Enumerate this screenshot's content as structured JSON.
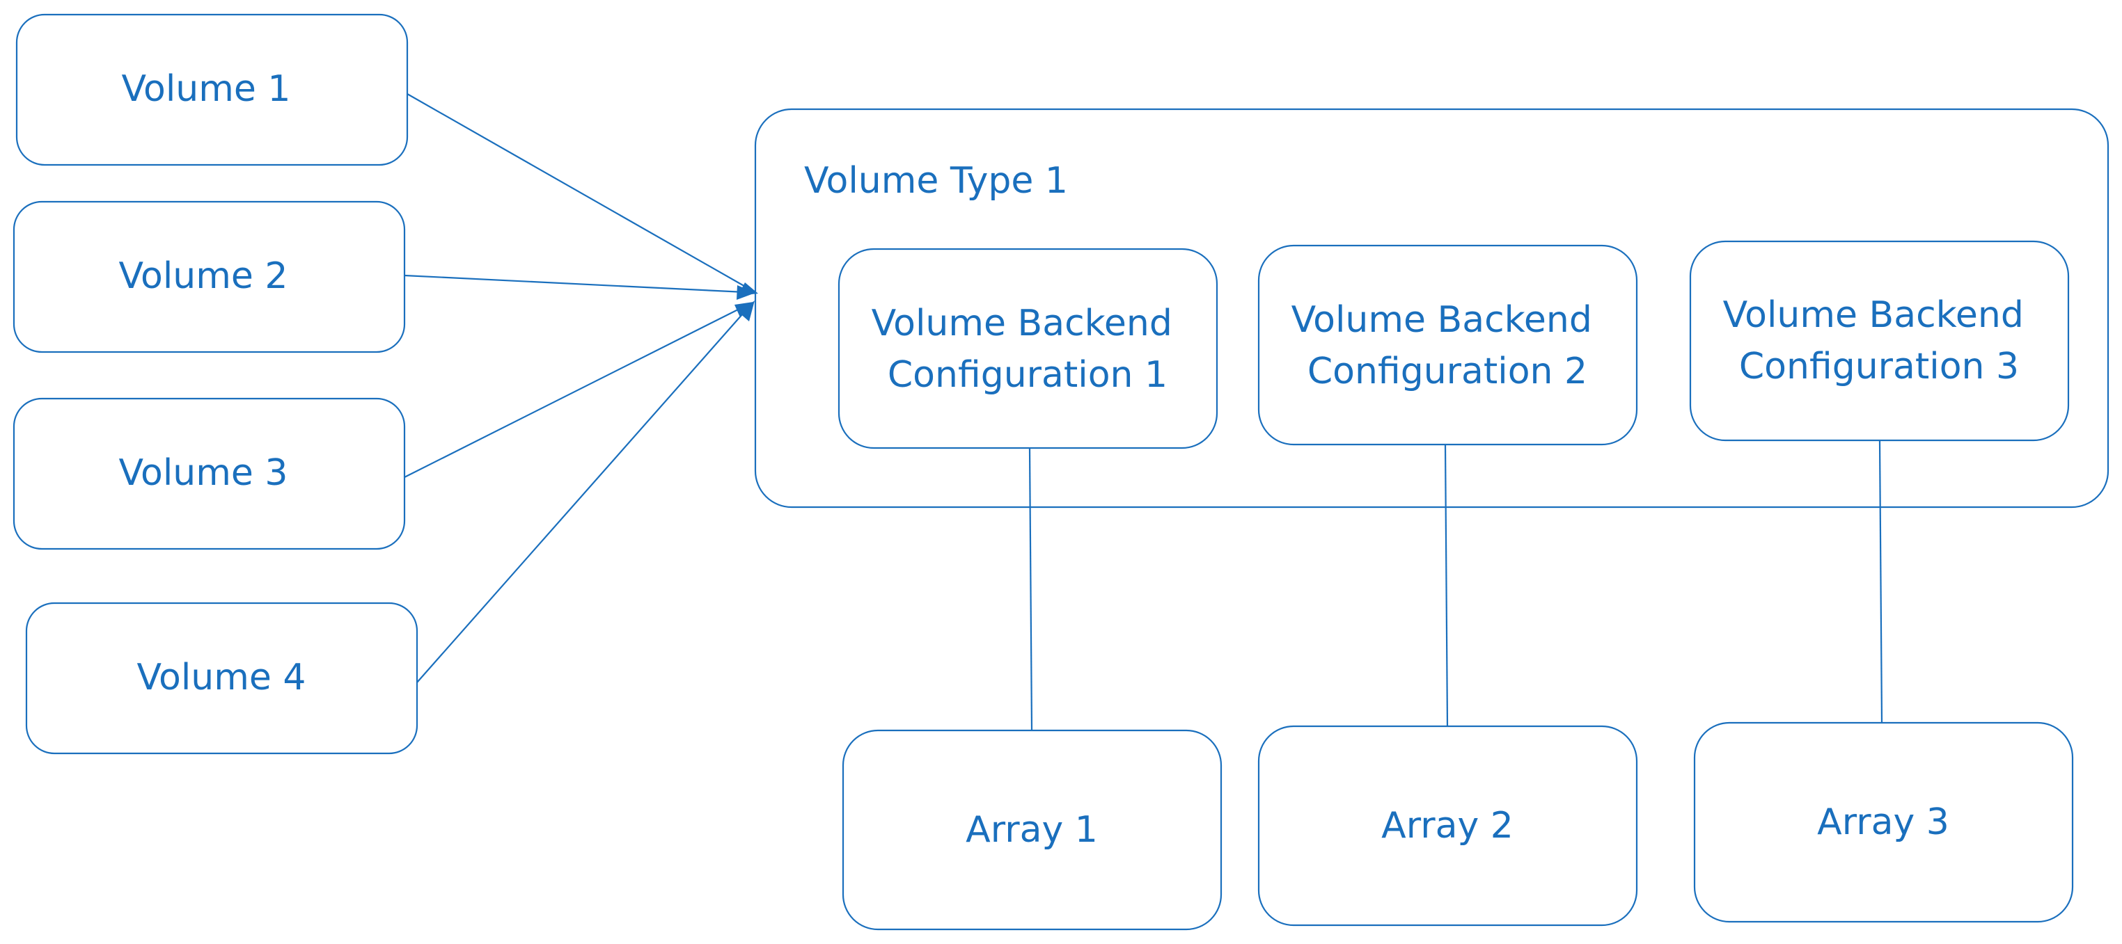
{
  "diagram": {
    "container": {
      "label": "Volume Type 1"
    },
    "volumes": [
      {
        "id": "volume-1",
        "label": "Volume 1"
      },
      {
        "id": "volume-2",
        "label": "Volume 2"
      },
      {
        "id": "volume-3",
        "label": "Volume 3"
      },
      {
        "id": "volume-4",
        "label": "Volume 4"
      }
    ],
    "backends": [
      {
        "id": "backend-1",
        "label_lines": [
          "Volume Backend",
          "Configuration 1"
        ]
      },
      {
        "id": "backend-2",
        "label_lines": [
          "Volume Backend",
          "Configuration 2"
        ]
      },
      {
        "id": "backend-3",
        "label_lines": [
          "Volume Backend",
          "Configuration 3"
        ]
      }
    ],
    "arrays": [
      {
        "id": "array-1",
        "label": "Array 1"
      },
      {
        "id": "array-2",
        "label": "Array 2"
      },
      {
        "id": "array-3",
        "label": "Array 3"
      }
    ],
    "edges": [
      {
        "from": "volume-1",
        "to": "container",
        "arrow": true
      },
      {
        "from": "volume-2",
        "to": "container",
        "arrow": true
      },
      {
        "from": "volume-3",
        "to": "container",
        "arrow": true
      },
      {
        "from": "volume-4",
        "to": "container",
        "arrow": true
      },
      {
        "from": "backend-1",
        "to": "array-1",
        "arrow": false
      },
      {
        "from": "backend-2",
        "to": "array-2",
        "arrow": false
      },
      {
        "from": "backend-3",
        "to": "array-3",
        "arrow": false
      }
    ],
    "colors": {
      "stroke": "#1a6fbd",
      "text": "#1a6fbd",
      "background": "#ffffff"
    }
  }
}
